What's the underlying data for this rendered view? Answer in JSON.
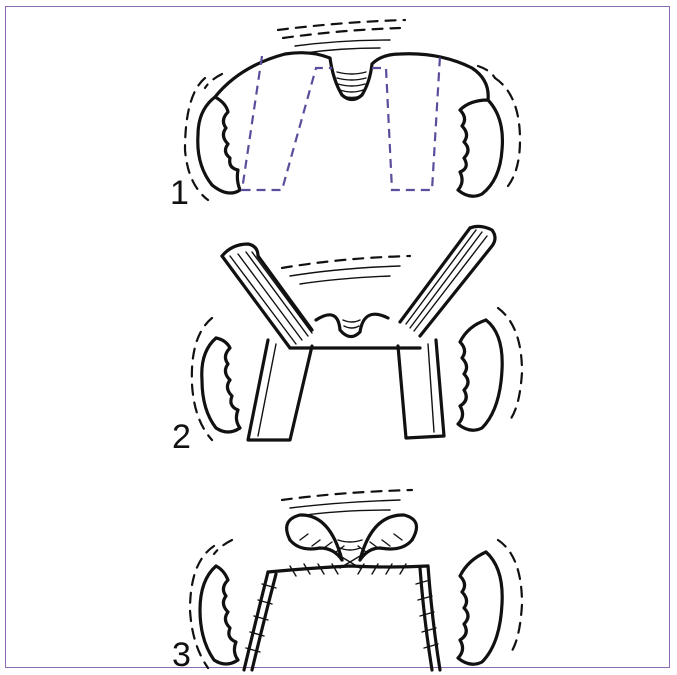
{
  "figure": {
    "panels": [
      {
        "label": "1"
      },
      {
        "label": "2"
      },
      {
        "label": "3"
      }
    ]
  },
  "colors": {
    "frame": "#8d6bb1",
    "incision_line": "#5d4c9c",
    "ink": "#111111"
  }
}
